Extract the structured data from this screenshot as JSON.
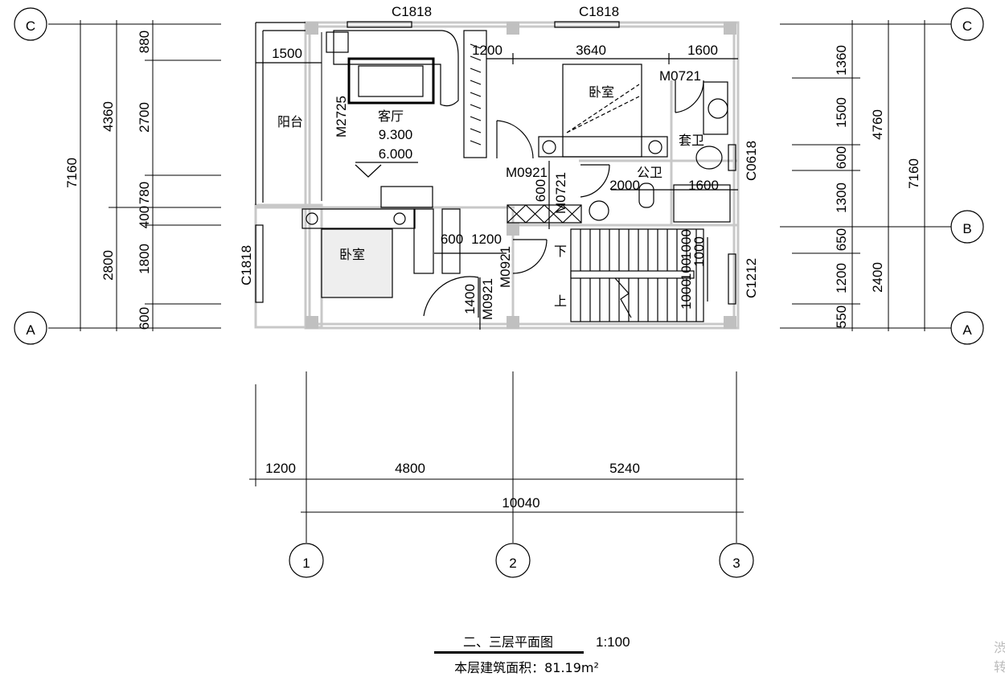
{
  "drawing": {
    "title": "二、三层平面图",
    "scale": "1:100",
    "area_note": "本层建筑面积：81.19m²",
    "watermark": [
      "渋",
      "转"
    ]
  },
  "axes": {
    "rows": [
      "C",
      "B",
      "A"
    ],
    "cols": [
      "1",
      "2",
      "3"
    ]
  },
  "dims_left": {
    "total": "7160",
    "mid": [
      "4360",
      "2800"
    ],
    "detail": [
      "880",
      "2700",
      "780",
      "400",
      "1800",
      "600"
    ]
  },
  "dims_right": {
    "total": "7160",
    "mid": [
      "4760",
      "2400"
    ],
    "detail": [
      "1360",
      "1500",
      "600",
      "1300",
      "650",
      "1200",
      "550"
    ]
  },
  "dims_bottom": {
    "segments": [
      "1200",
      "4800",
      "5240"
    ],
    "total": "10040"
  },
  "plan": {
    "windows": {
      "top_left": "C1818",
      "top_right": "C1818",
      "left": "C1818",
      "right_stair": "C1212",
      "right_bath": "C0618"
    },
    "doors": {
      "living": "M2725",
      "master_bath": "M0721",
      "bedroom": "M0921",
      "public_bath": "M0721",
      "bedroom2_a": "M0921",
      "bedroom2_b": "M0921"
    },
    "rooms": {
      "balcony": "阳台",
      "living": "客厅",
      "bedroom_top": "卧室",
      "bedroom_bottom": "卧室",
      "master_bath": "套卫",
      "public_bath": "公卫"
    },
    "elevations": [
      "9.300",
      "6.000"
    ],
    "inner_dims": [
      "1500",
      "1200",
      "3640",
      "1600",
      "600",
      "2000",
      "1600",
      "600",
      "1200",
      "1400",
      "1000",
      "100",
      "1000",
      "1000"
    ],
    "stair": {
      "down": "下",
      "up": "上"
    }
  }
}
